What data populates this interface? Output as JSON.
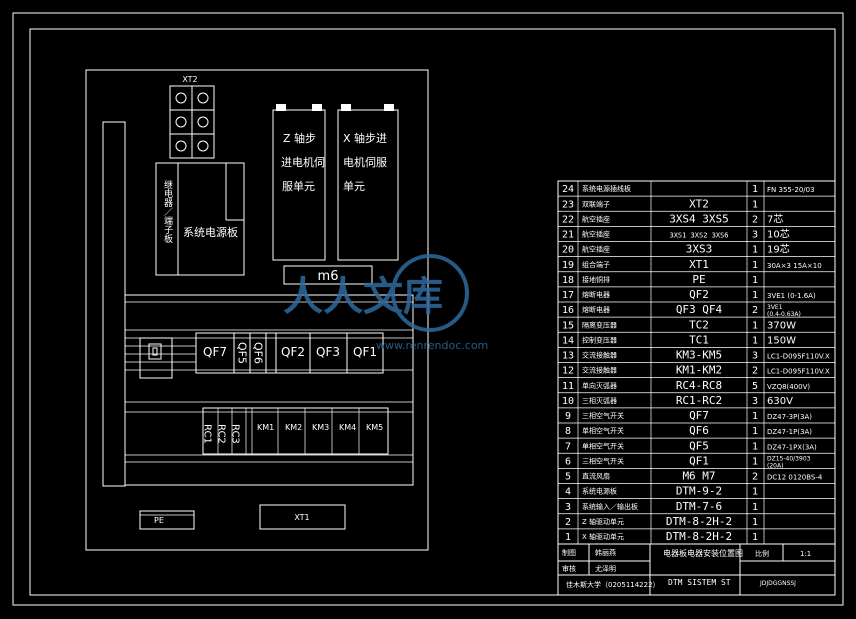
{
  "layout": {
    "xt2": "XT2",
    "power_board": "系统电源板",
    "relay_board": "继电器／端子板",
    "z_driver": [
      "Z 轴步",
      "进电机伺",
      "服单元"
    ],
    "x_driver": [
      "X 轴步进",
      "电机伺服",
      "单元"
    ],
    "m6": "m6",
    "breakers": [
      "QF7",
      "QF5",
      "QF6",
      "QF2",
      "QF3",
      "QF1"
    ],
    "contactors_rc": [
      "RC1",
      "RC2",
      "RC3"
    ],
    "contactors_km": [
      "KM1",
      "KM2",
      "KM3",
      "KM4",
      "KM5"
    ],
    "pe": "PE",
    "xt1": "XT1"
  },
  "watermark": {
    "main": "人人文库",
    "url": "www.renrendoc.com"
  },
  "bom": {
    "rows": [
      {
        "no": "24",
        "name": "系统电源插线板",
        "code": "",
        "qty": "1",
        "spec": "FN 355-20/03"
      },
      {
        "no": "23",
        "name": "双联端子",
        "code": "XT2",
        "qty": "1",
        "spec": ""
      },
      {
        "no": "22",
        "name": "航空插座",
        "code": "3XS4 3XS5",
        "qty": "2",
        "spec": "7芯"
      },
      {
        "no": "21",
        "name": "航空插座",
        "code": "3XS1 3XS2 3XS6",
        "qty": "3",
        "spec": "10芯"
      },
      {
        "no": "20",
        "name": "航空插座",
        "code": "3XS3",
        "qty": "1",
        "spec": "19芯"
      },
      {
        "no": "19",
        "name": "组合端子",
        "code": "XT1",
        "qty": "1",
        "spec": "30A×3 15A×10"
      },
      {
        "no": "18",
        "name": "接地铜排",
        "code": "PE",
        "qty": "1",
        "spec": ""
      },
      {
        "no": "17",
        "name": "熔断电器",
        "code": "QF2",
        "qty": "1",
        "spec": "3VE1 (0-1.6A)"
      },
      {
        "no": "16",
        "name": "熔断电器",
        "code": "QF3 QF4",
        "qty": "2",
        "spec": "3VE1 (0.4-0.63A)"
      },
      {
        "no": "15",
        "name": "隔离变压器",
        "code": "TC2",
        "qty": "1",
        "spec": "370W"
      },
      {
        "no": "14",
        "name": "控制变压器",
        "code": "TC1",
        "qty": "1",
        "spec": "150W"
      },
      {
        "no": "13",
        "name": "交流接触器",
        "code": "KM3-KM5",
        "qty": "3",
        "spec": "LC1-D095F110V.X"
      },
      {
        "no": "12",
        "name": "交流接触器",
        "code": "KM1-KM2",
        "qty": "2",
        "spec": "LC1-D095F110V.X"
      },
      {
        "no": "11",
        "name": "单向灭弧器",
        "code": "RC4-RC8",
        "qty": "5",
        "spec": "VZQ8(400V)"
      },
      {
        "no": "10",
        "name": "三相灭弧器",
        "code": "RC1-RC2",
        "qty": "3",
        "spec": "630V"
      },
      {
        "no": "9",
        "name": "三相空气开关",
        "code": "QF7",
        "qty": "1",
        "spec": "DZ47-3P(3A)"
      },
      {
        "no": "8",
        "name": "单相空气开关",
        "code": "QF6",
        "qty": "1",
        "spec": "DZ47-1P(3A)"
      },
      {
        "no": "7",
        "name": "单相空气开关",
        "code": "QF5",
        "qty": "1",
        "spec": "DZ47-1PX(3A)"
      },
      {
        "no": "6",
        "name": "三相空气开关",
        "code": "QF1",
        "qty": "1",
        "spec": "DZ15-40/3903 (20A)"
      },
      {
        "no": "5",
        "name": "直流风扇",
        "code": "M6 M7",
        "qty": "2",
        "spec": "DC12 0120BS-4"
      },
      {
        "no": "4",
        "name": "系统电源板",
        "code": "DTM-9-2",
        "qty": "1",
        "spec": ""
      },
      {
        "no": "3",
        "name": "系统输入／输出板",
        "code": "DTM-7-6",
        "qty": "1",
        "spec": ""
      },
      {
        "no": "2",
        "name": "Z 轴驱动单元",
        "code": "DTM-8-2H-2",
        "qty": "1",
        "spec": ""
      },
      {
        "no": "1",
        "name": "X 轴驱动单元",
        "code": "DTM-8-2H-2",
        "qty": "1",
        "spec": ""
      }
    ],
    "title_block": {
      "drawn_label": "制图",
      "drawn_name": "韩丽燕",
      "check_label": "审核",
      "check_name": "尤泽明",
      "drawing_title": "电器板电器安装位置图",
      "scale_label": "比例",
      "scale_value": "1:1",
      "school": "佳木斯大学（0205114222）",
      "system": "DTM SISTEM ST",
      "drawing_no": "JDJDGGNSSJ"
    }
  }
}
